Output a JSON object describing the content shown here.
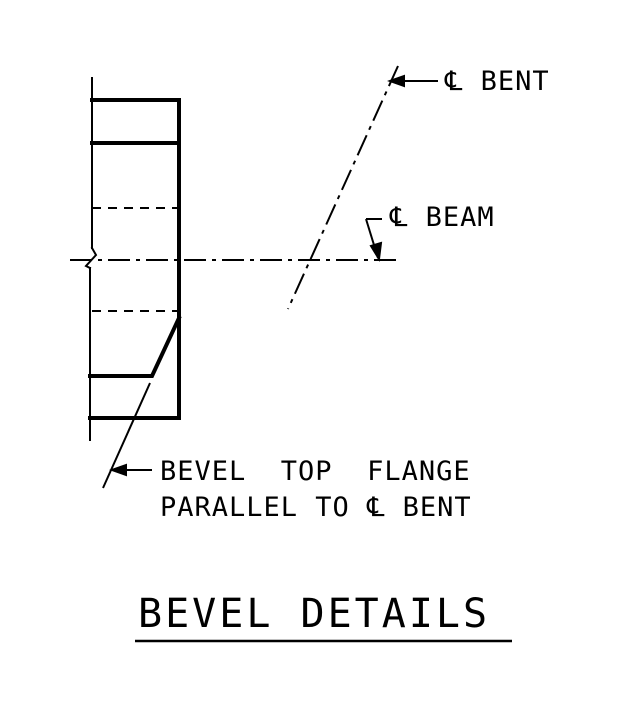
{
  "drawing": {
    "title": "BEVEL DETAILS",
    "labels": {
      "bent_centerline": "℄ BENT",
      "beam_centerline": "℄ BEAM",
      "note_line_1": "BEVEL  TOP  FLANGE",
      "note_line_2": "PARALLEL TO ℄ BENT"
    },
    "colors": {
      "ink": "#000000",
      "background": "#ffffff"
    }
  }
}
